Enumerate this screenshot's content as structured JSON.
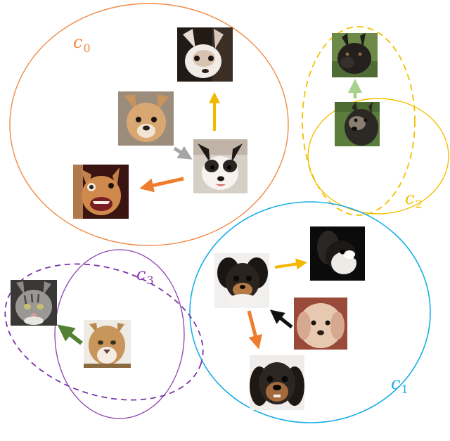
{
  "clusters": [
    {
      "id": "c0",
      "letter": "c",
      "sub": "0",
      "color": "#f08a45"
    },
    {
      "id": "c1",
      "letter": "c",
      "sub": "1",
      "color": "#19aee6"
    },
    {
      "id": "c2",
      "letter": "c",
      "sub": "2",
      "color": "#f2c000"
    },
    {
      "id": "c3",
      "letter": "c",
      "sub": "3",
      "color": "#8a3fae"
    }
  ],
  "images": [
    {
      "id": "chihuahua-white-top",
      "kind": "dog photo"
    },
    {
      "id": "chihuahua-fawn",
      "kind": "dog photo"
    },
    {
      "id": "chihuahua-center",
      "kind": "dog photo"
    },
    {
      "id": "chihuahua-snarl",
      "kind": "dog photo"
    },
    {
      "id": "dark-dog-top",
      "kind": "dog photo"
    },
    {
      "id": "dark-dog-grass",
      "kind": "dog photo"
    },
    {
      "id": "longhair-chihuahua-side",
      "kind": "dog photo"
    },
    {
      "id": "longhair-chihuahua-center",
      "kind": "dog photo"
    },
    {
      "id": "fluffy-pup",
      "kind": "dog photo"
    },
    {
      "id": "pekingese-face",
      "kind": "dog photo"
    },
    {
      "id": "tabby-cat",
      "kind": "cat photo"
    },
    {
      "id": "cougar",
      "kind": "cougar photo"
    }
  ],
  "arrows": [
    {
      "id": "arrow-gray",
      "color": "#a6a6a6"
    },
    {
      "id": "arrow-yellow-c0",
      "color": "#f5b800"
    },
    {
      "id": "arrow-orange-c0",
      "color": "#ef7d2e"
    },
    {
      "id": "arrow-light-green",
      "color": "#a9d18e"
    },
    {
      "id": "arrow-yellow-c1",
      "color": "#f5b800"
    },
    {
      "id": "arrow-black",
      "color": "#111111"
    },
    {
      "id": "arrow-orange-c1",
      "color": "#ef7d2e"
    },
    {
      "id": "arrow-dark-green",
      "color": "#548235"
    }
  ]
}
